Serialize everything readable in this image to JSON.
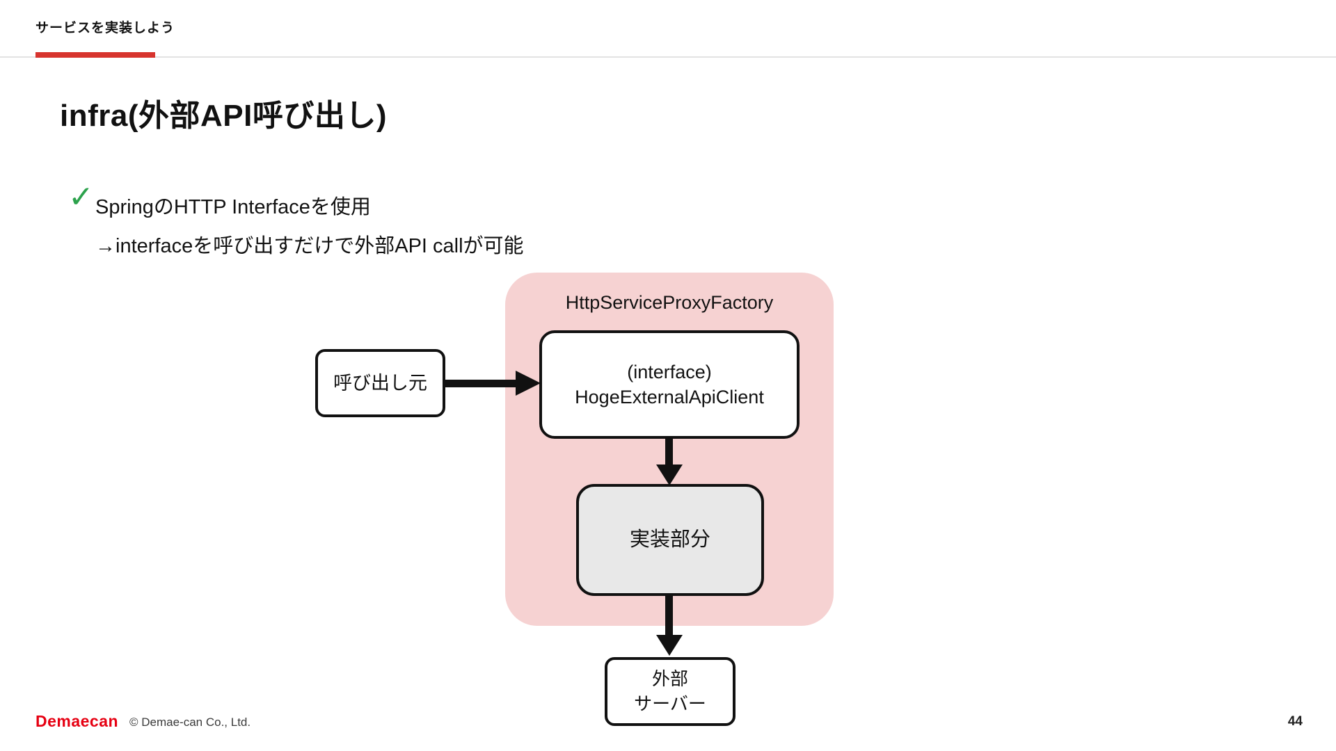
{
  "slide": {
    "eyebrow": "サービスを実装しよう",
    "title": "infra(外部API呼び出し)",
    "bullets": {
      "check_glyph": "✓",
      "line1": "SpringのHTTP Interfaceを使用",
      "line2": "→interfaceを呼び出すだけで外部API callが可能"
    }
  },
  "diagram": {
    "factory_label": "HttpServiceProxyFactory",
    "caller_label": "呼び出し元",
    "interface_line1": "(interface)",
    "interface_line2": "HogeExternalApiClient",
    "impl_label": "実装部分",
    "external_line1": "外部",
    "external_line2": "サーバー"
  },
  "footer": {
    "logo_text": "Demaecan",
    "copyright": "© Demae-can Co., Ltd.",
    "page_number": "44"
  },
  "colors": {
    "accent_red": "#d7342e",
    "logo_red": "#e60012",
    "factory_pink": "#f6d2d2",
    "impl_gray": "#e8e8e8",
    "check_green": "#2ca24c",
    "ink": "#111111"
  }
}
